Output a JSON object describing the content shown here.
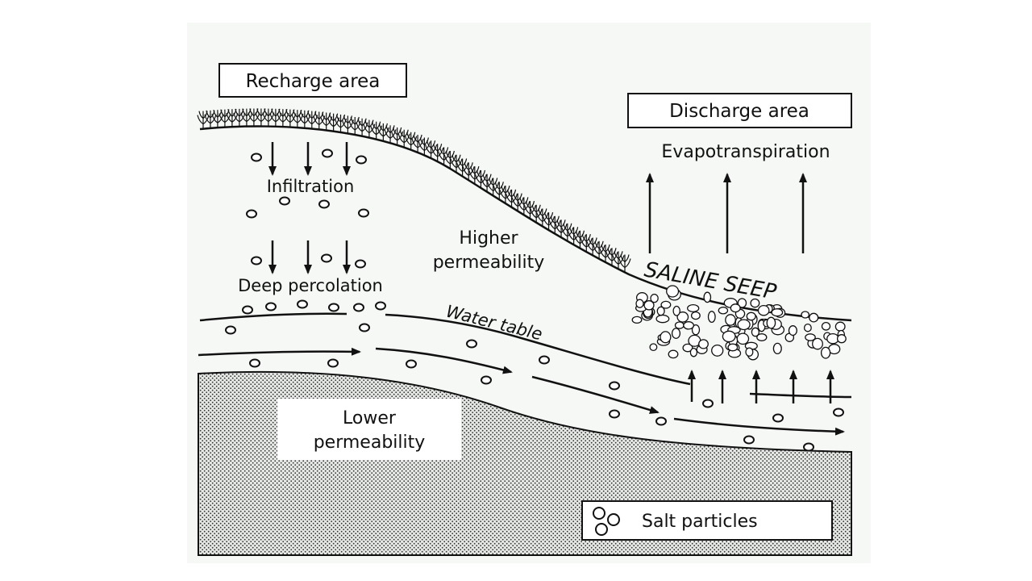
{
  "labels": {
    "recharge_area": "Recharge area",
    "discharge_area": "Discharge area",
    "evapotranspiration": "Evapotranspiration",
    "infiltration": "Infiltration",
    "deep_percolation": "Deep percolation",
    "higher_permeability_1": "Higher",
    "higher_permeability_2": "permeability",
    "water_table": "Water table",
    "saline_seep": "SALINE SEEP",
    "lower_permeability_1": "Lower",
    "lower_permeability_2": "permeability",
    "salt_particles": "Salt particles"
  },
  "colors": {
    "background_panel": "#f5f8f5",
    "line": "#111111",
    "stipple": "#333333"
  }
}
